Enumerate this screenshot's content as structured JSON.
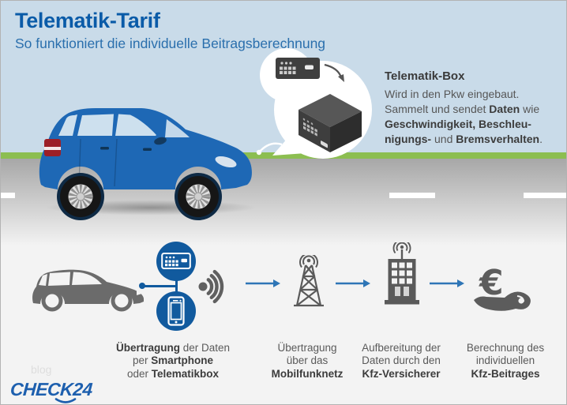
{
  "header": {
    "title": "Telematik-Tarif",
    "subtitle": "So funktioniert die individuelle Beitragsberechnung"
  },
  "box_callout": {
    "title": "Telematik-Box",
    "lines": [
      [
        {
          "t": "Wird in den Pkw eingebaut.",
          "b": false
        }
      ],
      [
        {
          "t": "Sammelt und sendet ",
          "b": false
        },
        {
          "t": "Daten",
          "b": true
        },
        {
          "t": " wie",
          "b": false
        }
      ],
      [
        {
          "t": "Geschwindigkeit, Beschleu-",
          "b": true
        }
      ],
      [
        {
          "t": "nigungs-",
          "b": true
        },
        {
          "t": " und ",
          "b": false
        },
        {
          "t": "Bremsverhalten",
          "b": true
        },
        {
          "t": ".",
          "b": false
        }
      ]
    ]
  },
  "flow": {
    "captions": [
      {
        "lines": [
          [
            {
              "t": "Übertragung",
              "b": true
            },
            {
              "t": " der Daten",
              "b": false
            }
          ],
          [
            {
              "t": "per ",
              "b": false
            },
            {
              "t": "Smartphone",
              "b": true
            }
          ],
          [
            {
              "t": "oder ",
              "b": false
            },
            {
              "t": "Telematikbox",
              "b": true
            }
          ]
        ]
      },
      {
        "lines": [
          [
            {
              "t": "Übertragung",
              "b": false
            }
          ],
          [
            {
              "t": "über das",
              "b": false
            }
          ],
          [
            {
              "t": "Mobilfunknetz",
              "b": true
            }
          ]
        ]
      },
      {
        "lines": [
          [
            {
              "t": "Aufbereitung der",
              "b": false
            }
          ],
          [
            {
              "t": "Daten durch den",
              "b": false
            }
          ],
          [
            {
              "t": "Kfz-Versicherer",
              "b": true
            }
          ]
        ]
      },
      {
        "lines": [
          [
            {
              "t": "Berechnung des",
              "b": false
            }
          ],
          [
            {
              "t": "individuellen",
              "b": false
            }
          ],
          [
            {
              "t": "Kfz-Beitrages",
              "b": true
            }
          ]
        ]
      }
    ],
    "euro_symbol": "€"
  },
  "footer": {
    "blog": "blog",
    "logo": "CHECK24"
  },
  "colors": {
    "title_blue": "#0a5ba8",
    "subtitle_blue": "#2a6fad",
    "circle_blue": "#115a9e",
    "arrow_blue": "#2e75b6",
    "car_blue": "#1e68b5",
    "sky": "#c9dbe9",
    "grass_green": "#8cbe51",
    "icon_gray": "#5c5c5c",
    "logo_blue": "#1d5fae"
  }
}
